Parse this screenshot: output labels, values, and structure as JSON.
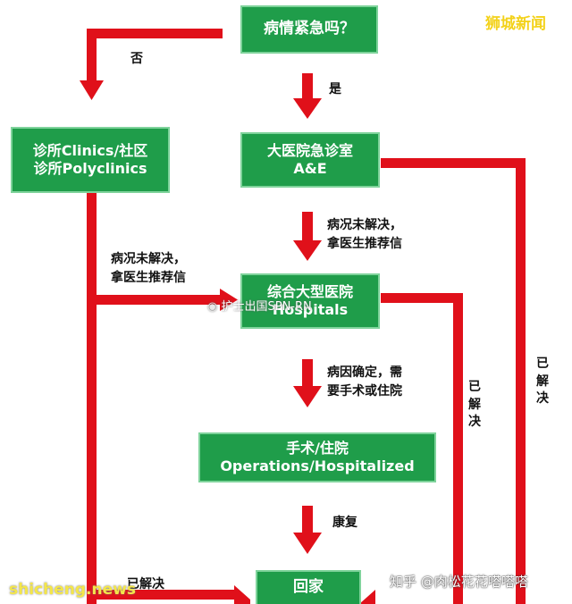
{
  "nodes": {
    "urgent": "病情紧急吗？",
    "clinic_l1": "诊所Clinics/社区",
    "clinic_l2": "诊所Polyclinics",
    "ae_l1": "大医院急诊室",
    "ae_l2": "A&E",
    "hosp_l1": "综合大型医院",
    "hosp_l2": "Hospitals",
    "ops_l1": "手术/住院",
    "ops_l2": "Operations/Hospitalized",
    "home": "回家"
  },
  "labels": {
    "no": "否",
    "yes": "是",
    "unresolved_1": "病况未解决，",
    "unresolved_2": "拿医生推荐信",
    "unresolved_left_1": "病况未解决，",
    "unresolved_left_2": "拿医生推荐信",
    "diagnosed_1": "病因确定，需",
    "diagnosed_2": "要手术或住院",
    "recovery": "康复",
    "resolved_hosp": "已解决",
    "resolved_ae": "已解决",
    "resolved_left": "已解决"
  },
  "watermarks": {
    "top_right": "狮城新闻",
    "weibo": "护士出国SPN-RN",
    "zhihu": "知乎 @肉松花花嗒嗒嗒",
    "site": "shicheng.news"
  },
  "colors": {
    "node_fill": "#1f9d4a",
    "node_border": "#7fd39b",
    "connector": "#e0101a",
    "watermark_top": "#f3d21b",
    "watermark_site": "#f4e64a"
  }
}
